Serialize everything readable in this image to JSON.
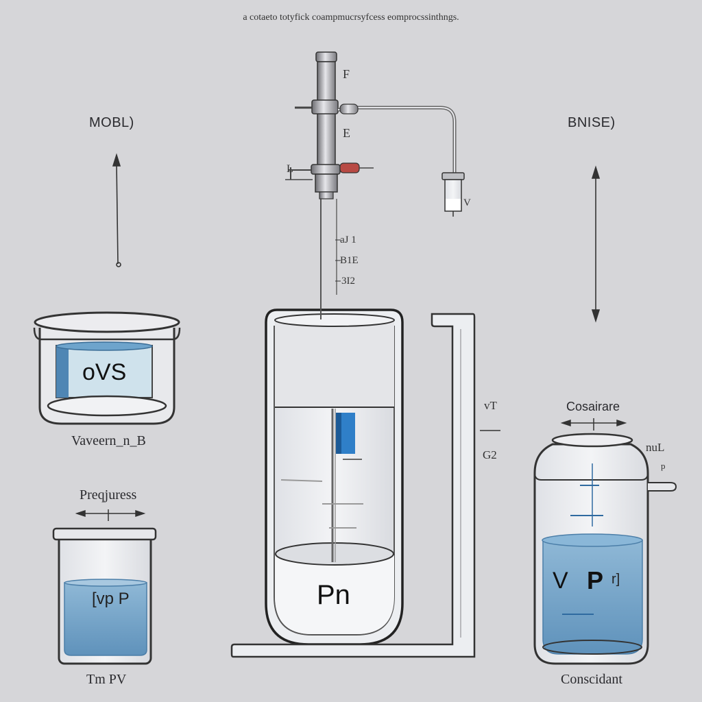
{
  "title": "a cotaeto totyfick coampmucrsyfcess eomprocssinthngs.",
  "left_top_label": "MOBL)",
  "right_top_label": "BNISE)",
  "left_container_text": "oVS",
  "left_container_caption": "Vaveern_n_B",
  "pressure_label": "Preqjuress",
  "small_beaker_text": "[vp P",
  "small_beaker_caption": "Tm PV",
  "valve_labels": [
    "F",
    "E",
    "L"
  ],
  "vial_label": "V",
  "rod_scale_labels": [
    "aJ 1",
    "B1E",
    "3I2"
  ],
  "cylinder_text": "Pn",
  "stand_labels": [
    "vT",
    "G2"
  ],
  "constant_top_label": "Cosairare",
  "jar_side_label": "nuL",
  "jar_side_small": "p",
  "jar_text_v": "V",
  "jar_text_p": "P",
  "jar_text_r": "r]",
  "constant_bottom_label": "Conscidant"
}
